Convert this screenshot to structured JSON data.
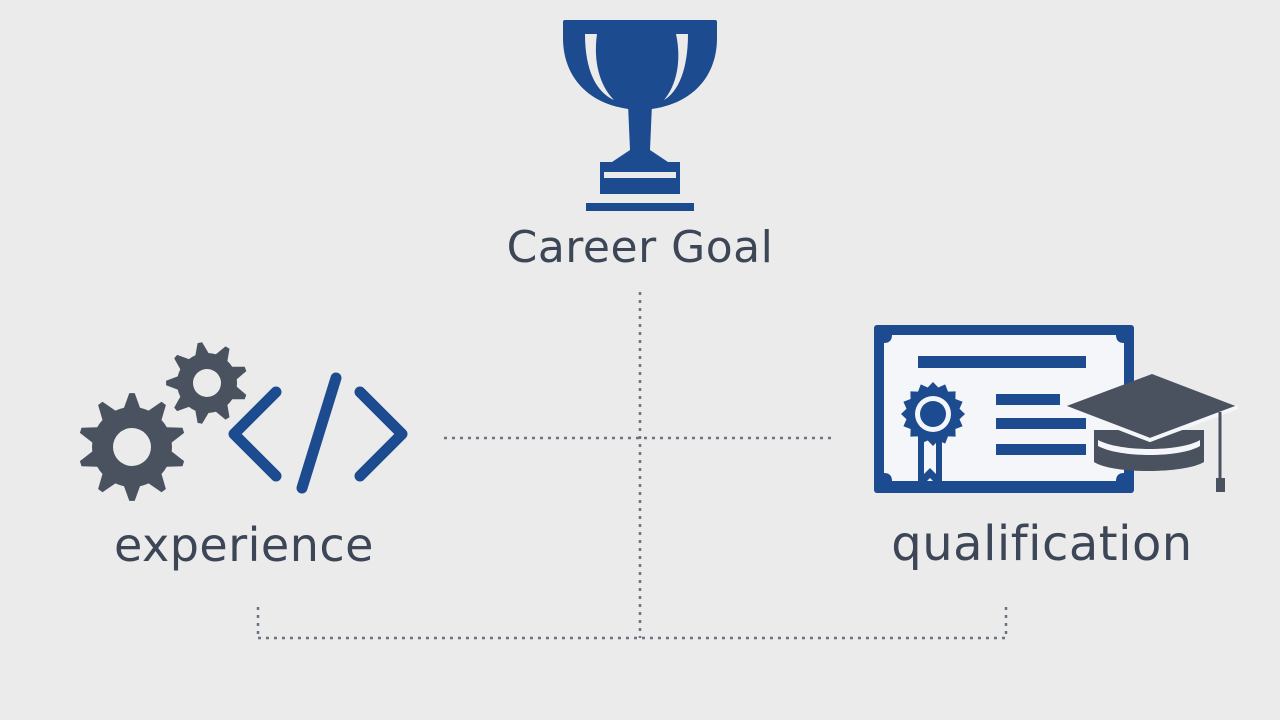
{
  "colors": {
    "background": "#ebebeb",
    "primary_blue": "#1d4b8f",
    "dark_gray": "#4a5260",
    "text": "#3c4656",
    "line": "#6b7380",
    "paper": "#f4f6f9"
  },
  "nodes": {
    "goal": {
      "label": "Career Goal",
      "icon": "trophy-icon"
    },
    "experience": {
      "label": "experience",
      "icons": [
        "gears-icon",
        "code-brackets-icon"
      ]
    },
    "qualification": {
      "label": "qualification",
      "icons": [
        "certificate-icon",
        "award-ribbon-icon",
        "graduation-cap-icon"
      ]
    }
  },
  "connectors": {
    "style": "dotted"
  }
}
